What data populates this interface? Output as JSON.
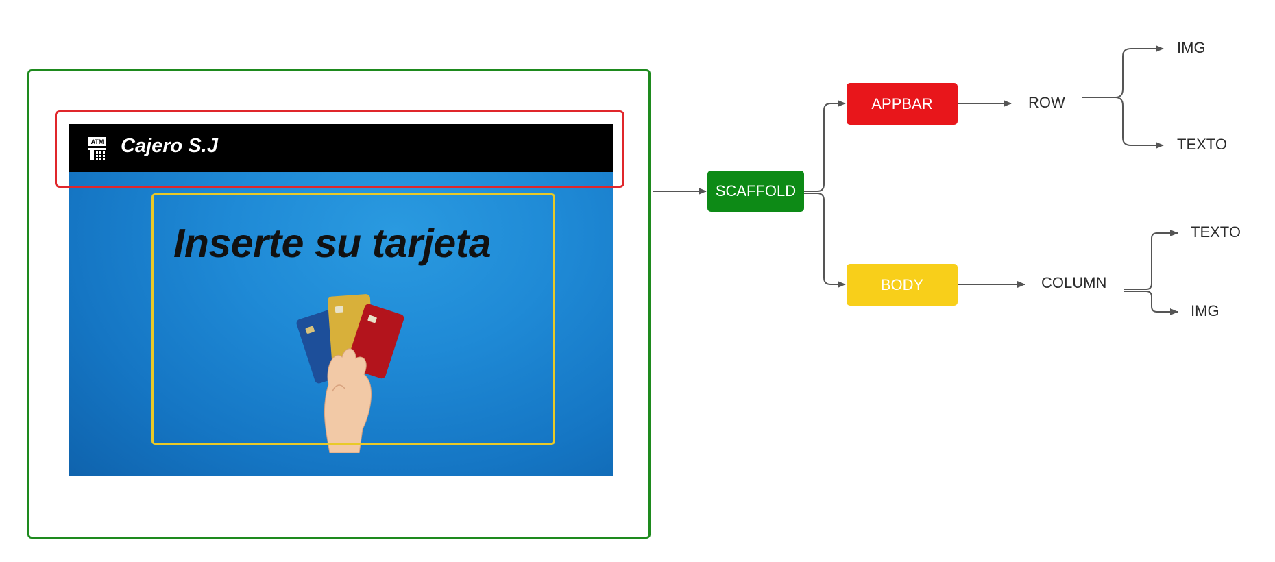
{
  "app": {
    "title": "Cajero S.J",
    "atm_icon_label": "ATM",
    "headline": "Inserte su tarjeta",
    "image": "hand-holding-credit-cards"
  },
  "diagram": {
    "nodes": {
      "scaffold": {
        "label": "SCAFFOLD",
        "color": "#0d8a16"
      },
      "appbar": {
        "label": "APPBAR",
        "color": "#e8161b"
      },
      "body": {
        "label": "BODY",
        "color": "#f8cf1a"
      }
    },
    "labels": {
      "row": "ROW",
      "row_img": "IMG",
      "row_texto": "TEXTO",
      "column": "COLUMN",
      "column_texto": "TEXTO",
      "column_img": "IMG"
    },
    "frame_colors": {
      "scaffold": "#1e8a1e",
      "appbar": "#e0262b",
      "body": "#e9c928"
    }
  }
}
